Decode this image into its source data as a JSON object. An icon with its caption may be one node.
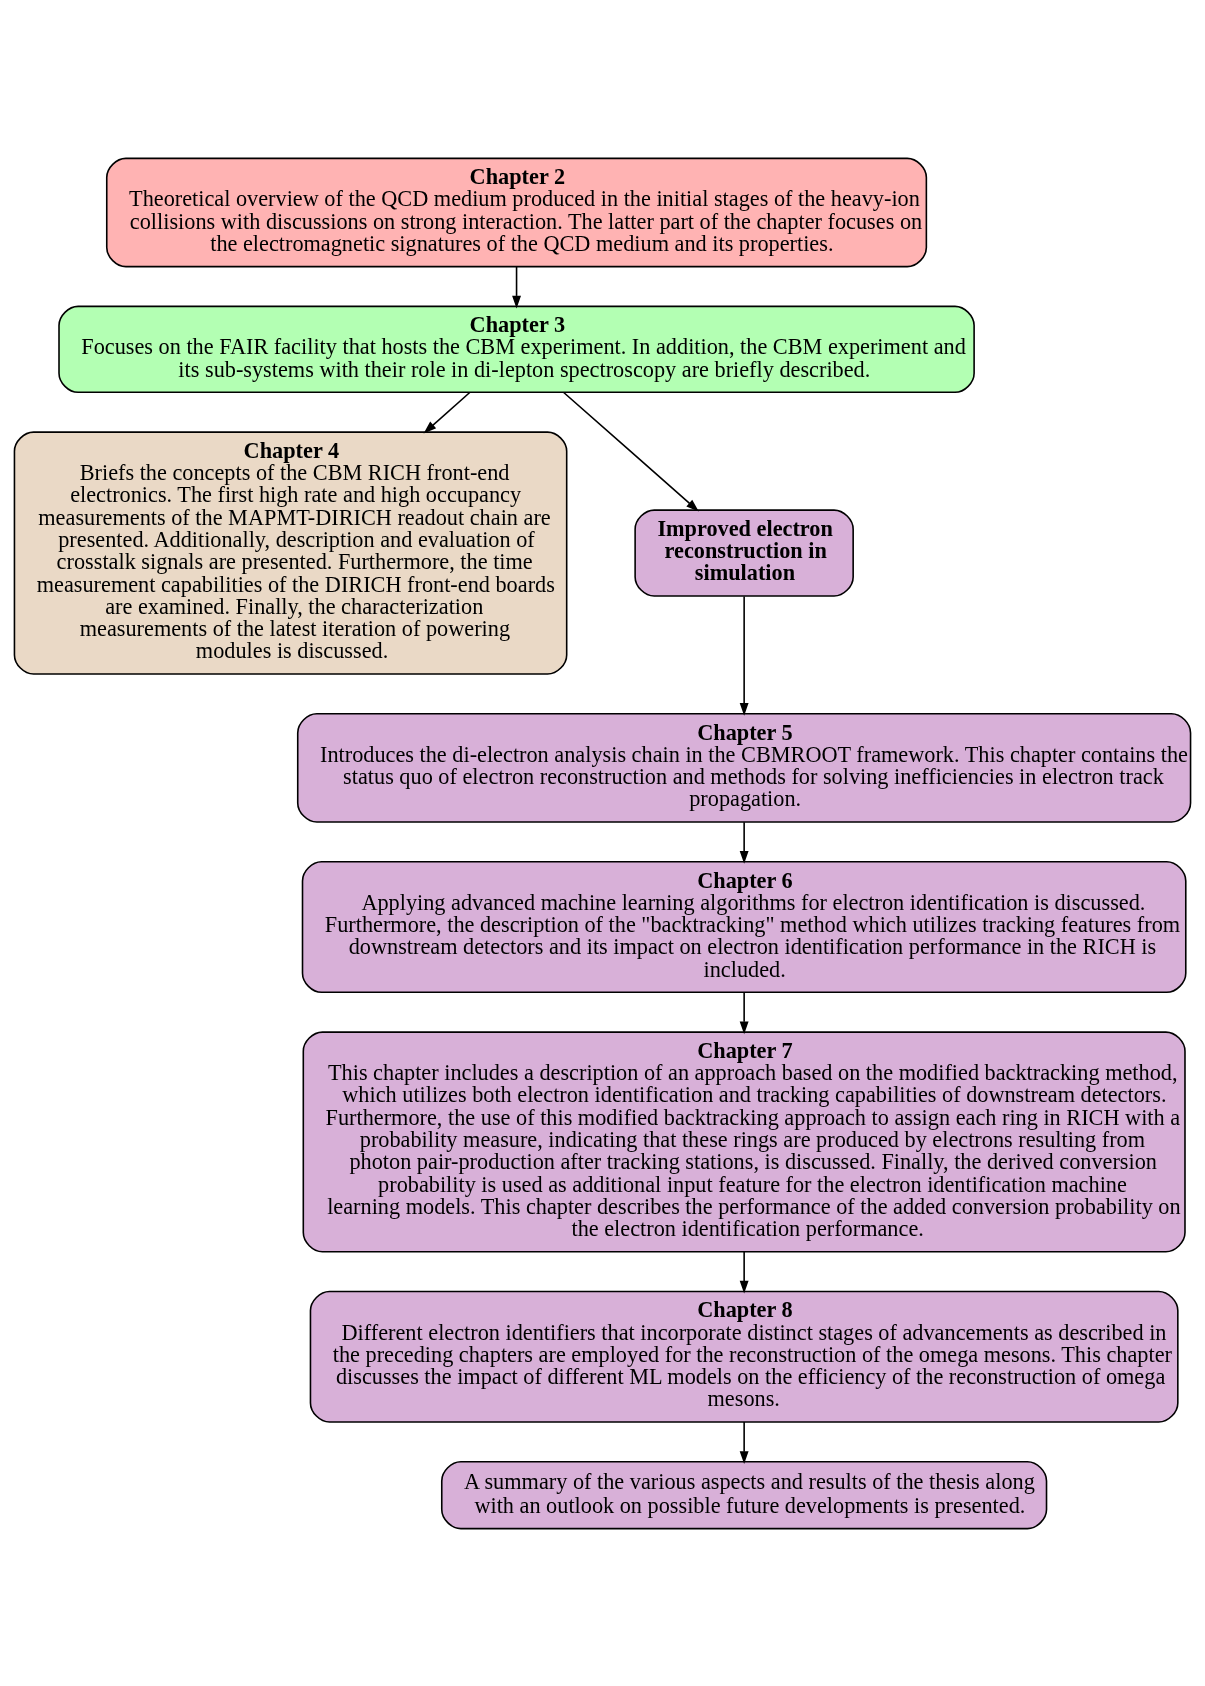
{
  "diagram": {
    "nodes": [
      {
        "text": [
          "Chapter 2",
          "Theoretical overview of the QCD medium produced in the initial stages of the heavy-ion collisions with discussions on strong interaction. The latter part of the chapter focuses on the electromagnetic signatures of the QCD medium and its properties."
        ]
      },
      {
        "text": [
          "Chapter 3",
          "Focuses on the FAIR facility that hosts the CBM experiment. In addition, the CBM experiment and its sub-systems with their role in di-lepton spectroscopy are briefly described."
        ]
      },
      {
        "text": [
          "Chapter 4",
          "Briefs the concepts of the CBM RICH front-end electronics. The first high rate and high occupancy measurements of the MAPMT-DIRICH readout chain are presented. Additionally, description and evaluation of crosstalk signals are presented. Furthermore, the time measurement capabilities of the DIRICH front-end boards are examined. Finally, the characterization measurements of the latest iteration of powering modules is discussed."
        ]
      },
      {
        "text": [
          "Improved electron reconstruction in simulation"
        ]
      },
      {
        "text": [
          "Chapter 5",
          "Introduces the di-electron analysis chain in the CBMROOT framework. This chapter contains the status quo of electron reconstruction and methods for solving inefficiencies in electron track propagation."
        ]
      },
      {
        "text": [
          "Chapter 6",
          "Applying advanced machine learning algorithms for electron identification is discussed. Furthermore, the description of the \"backtracking\" method which utilizes tracking features from downstream detectors and its impact on electron identification performance in the RICH is included."
        ]
      },
      {
        "text": [
          "Chapter 7",
          "This chapter includes a description of an approach based on the modified backtracking method, which utilizes both electron identification and tracking capabilities of downstream detectors. Furthermore, the use of this modified backtracking approach to assign each ring in RICH with a probability measure, indicating that these rings are produced by electrons resulting from photon pair-production after tracking stations, is discussed. Finally, the derived conversion probability is used as additional input feature for the electron identification machine learning models. This chapter describes the performance of the added conversion probability on the electron identification performance."
        ]
      },
      {
        "text": [
          "Chapter 8",
          "Different electron identifiers that incorporate distinct stages of advancements as described in the preceding chapters are employed for the reconstruction of the omega mesons. This chapter discusses the impact of different ML models on the efficiency of the reconstruction of omega mesons."
        ]
      },
      {
        "text": [
          "A summary of the various aspects and results of the thesis along with an outlook on possible future developments is presented."
        ]
      }
    ],
    "edges": [
      {
        "from": 0,
        "to": 1,
        "arrow": "to"
      },
      {
        "from": 1,
        "to": 2,
        "arrow": "to"
      },
      {
        "from": 1,
        "to": 3,
        "arrow": "to"
      },
      {
        "from": 3,
        "to": 4,
        "arrow": "to"
      },
      {
        "from": 4,
        "to": 5,
        "arrow": "to"
      },
      {
        "from": 5,
        "to": 6,
        "arrow": "to"
      },
      {
        "from": 6,
        "to": 7,
        "arrow": "to"
      },
      {
        "from": 7,
        "to": 8,
        "arrow": "to"
      }
    ]
  }
}
